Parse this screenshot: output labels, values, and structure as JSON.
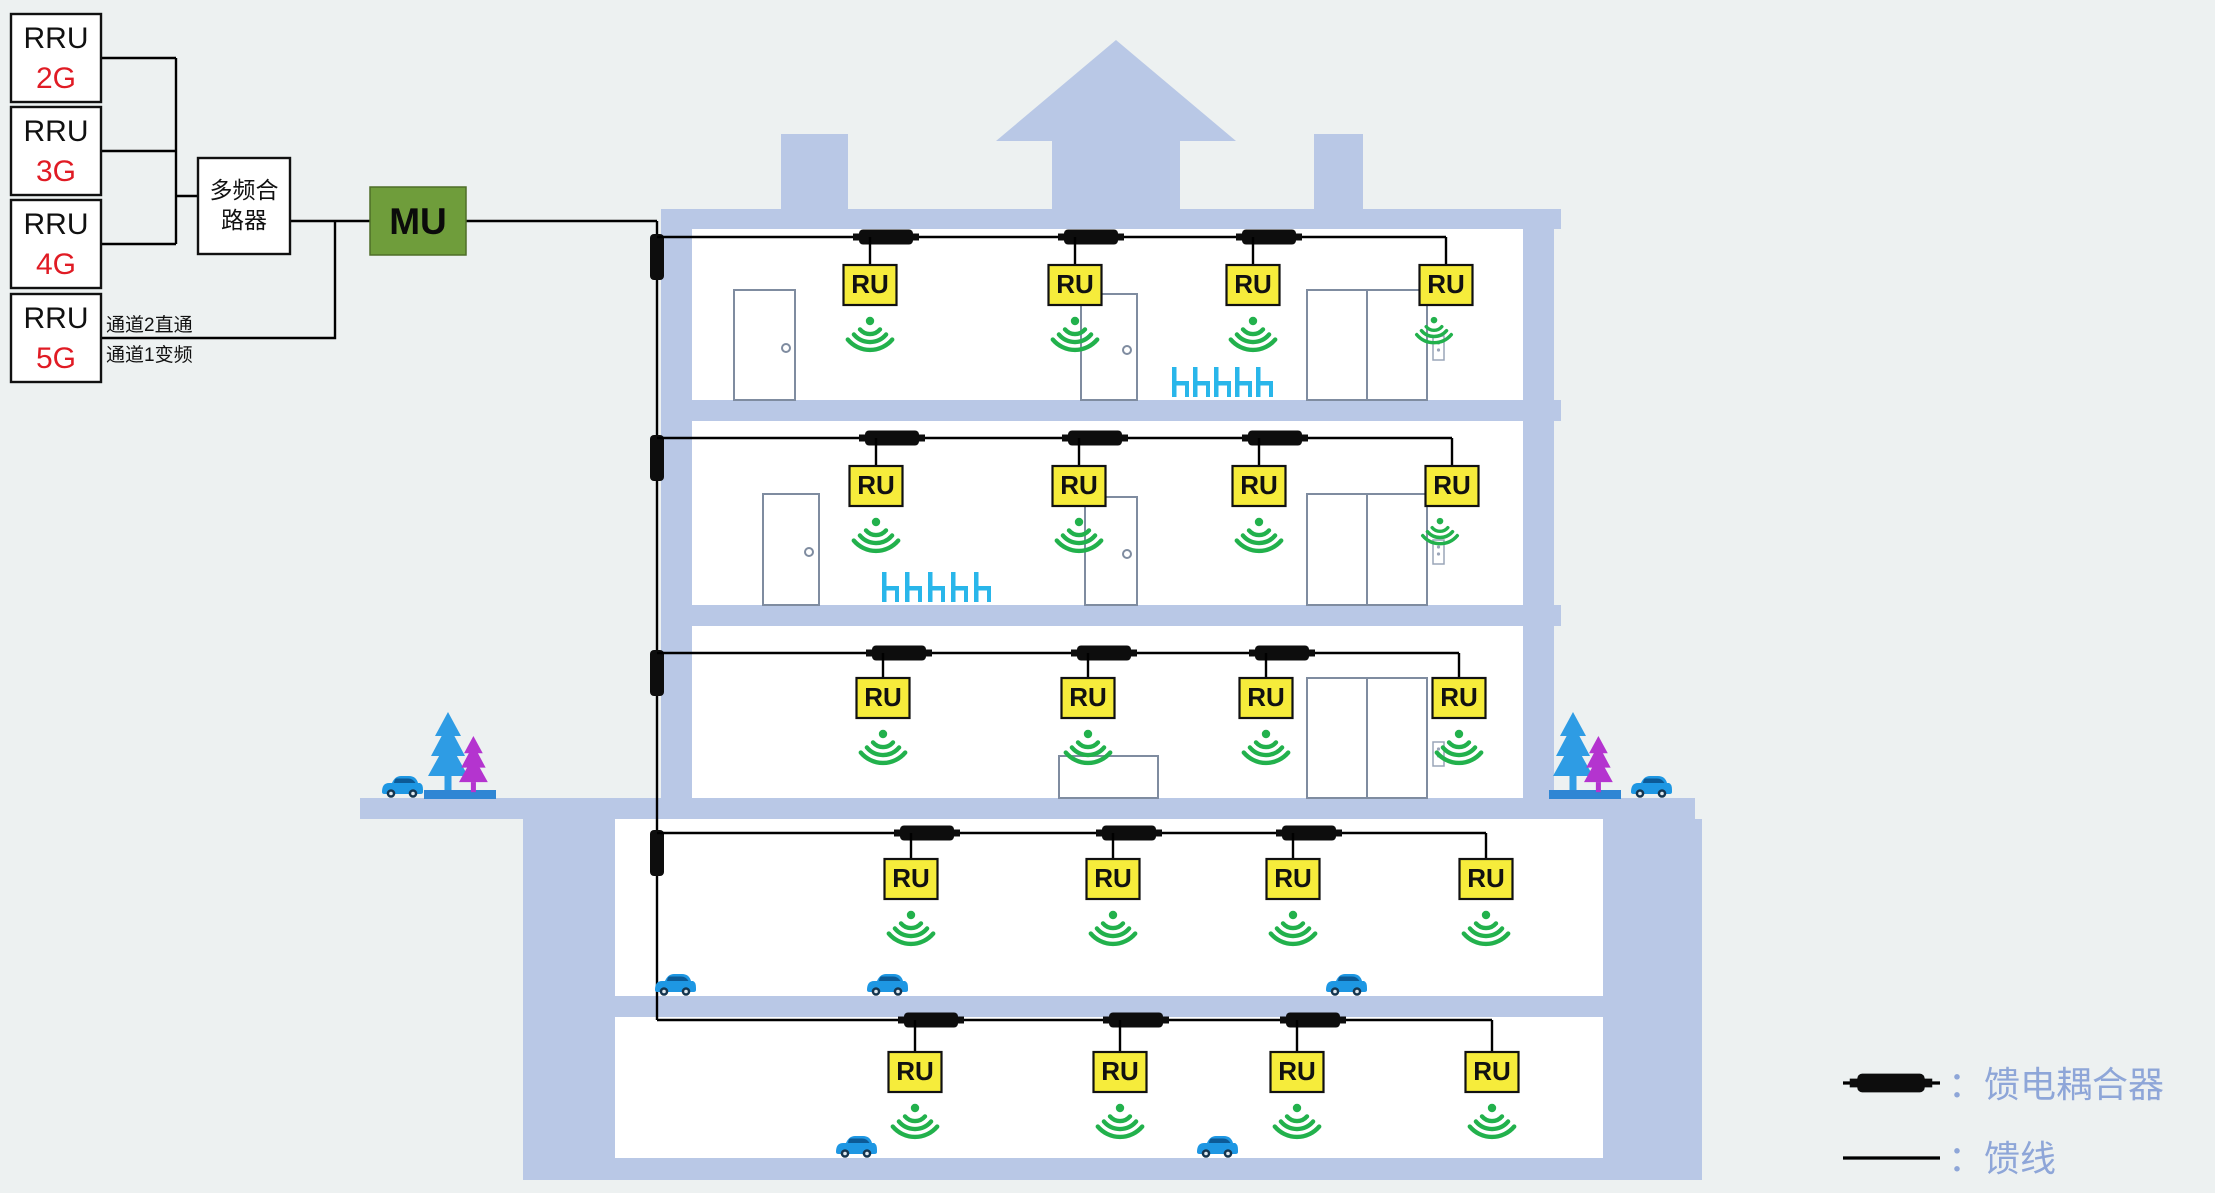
{
  "rru_units": [
    {
      "name": "RRU",
      "band": "2G"
    },
    {
      "name": "RRU",
      "band": "3G"
    },
    {
      "name": "RRU",
      "band": "4G"
    },
    {
      "name": "RRU",
      "band": "5G"
    }
  ],
  "combiner": {
    "line1": "多频合",
    "line2": "路器"
  },
  "mu": {
    "label": "MU"
  },
  "channels": {
    "ch2": "通道2直通",
    "ch1": "通道1变频"
  },
  "labels": {
    "ru": "RU"
  },
  "legend": {
    "coupler_label": "：馈电耦合器",
    "feeder_label": "：馈线"
  },
  "colors": {
    "building": "#b9c8e6",
    "ru_yellow": "#f6ec3b",
    "mu_green": "#6f9d3b",
    "wifi_green": "#22b14c",
    "band_red": "#e01b24",
    "legend_text": "#8ea6d8",
    "furniture_cyan": "#29b6ea",
    "car_blue": "#1e97e3",
    "tree_blue": "#2e9ce4",
    "tree_magenta": "#b434cf"
  }
}
